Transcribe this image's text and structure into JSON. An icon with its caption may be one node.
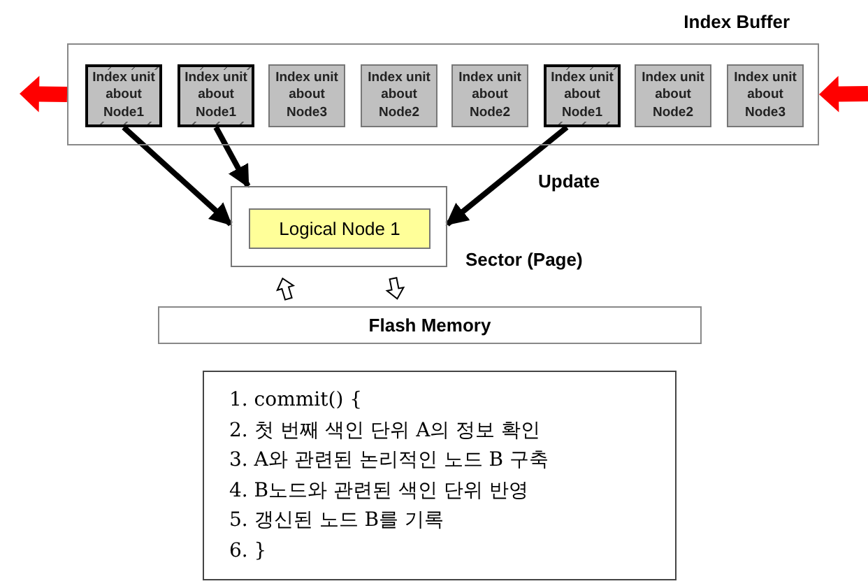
{
  "diagram": {
    "nodes": [
      {
        "text": [
          "Index Buffer"
        ]
      },
      {
        "text": [
          "Index unit about Node1"
        ],
        "in": 0
      },
      {
        "text": [
          "Index unit about Node1"
        ],
        "in": 0
      },
      {
        "text": [
          "Index unit about Node3"
        ],
        "in": 0
      },
      {
        "text": [
          "Index unit about Node2"
        ],
        "in": 0
      },
      {
        "text": [
          "Index unit about Node2"
        ],
        "in": 0
      },
      {
        "text": [
          "Index unit about Node1"
        ],
        "in": 0
      },
      {
        "text": [
          "Index unit about Node2"
        ],
        "in": 0
      },
      {
        "text": [
          "Index unit about Node3"
        ],
        "in": 0
      },
      {
        "text": [],
        "shape": "box",
        "beside": [
          "Sector (Page)"
        ]
      },
      {
        "text": [
          "Logical Node 1"
        ],
        "in": 9
      },
      {
        "text": [
          "Flash Memory"
        ]
      },
      {
        "text": [
          "1. commit() {",
          "2. 첫 번째 색인 단위 A의 정보 확인",
          "3. A와 관련된 논리적인 노드 B 구축",
          "4. B노드와 관련된 색인 단위 반영",
          "5. 갱신된 노드 B를 기록",
          "6. }"
        ]
      }
    ],
    "edges": [
      {
        "from": 1,
        "to": 9,
        "arrow": "to"
      },
      {
        "from": 2,
        "to": 9,
        "arrow": "to"
      },
      {
        "from": 6,
        "to": 9,
        "arrow": "to",
        "label": "Update"
      },
      {
        "from": 0,
        "to": null,
        "arrow": "to",
        "style": "thick",
        "color": "#ff0000"
      },
      {
        "from": null,
        "to": 0,
        "arrow": "to",
        "style": "thick",
        "color": "#ff0000"
      },
      {
        "from": 11,
        "to": 9,
        "arrow": "to",
        "color": "#ffffff"
      },
      {
        "from": 9,
        "to": 11,
        "arrow": "to",
        "color": "#ffffff"
      }
    ]
  }
}
